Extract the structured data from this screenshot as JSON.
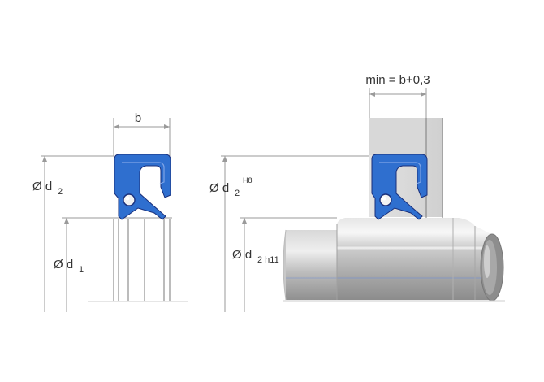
{
  "labels": {
    "b": "b",
    "d2_left": "Ø d",
    "d2_left_sub": "2",
    "d1_left": "Ø d",
    "d1_left_sub": "1",
    "d2_right": "Ø d",
    "d2_right_sub": "2",
    "d2_right_sup": "H8",
    "d2_shaft": "Ø d",
    "d2_shaft_sub": "2 h11",
    "min_width": "min = b+0,3"
  },
  "colors": {
    "seal": "#2f6fcf",
    "seal_outline": "#1a2f7a",
    "housing": "#dcdcdc",
    "shaft_light": "#f2f2f2",
    "shaft_dark": "#9a9a9a"
  }
}
